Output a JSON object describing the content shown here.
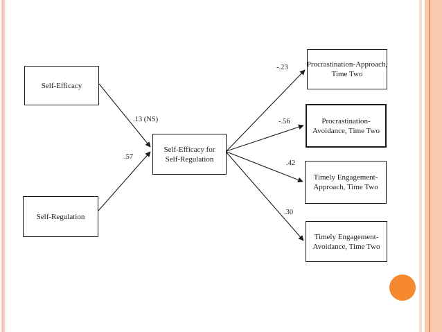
{
  "diagram": {
    "boxes": {
      "self_efficacy": {
        "lines": [
          "Self-Efficacy"
        ]
      },
      "self_regulation": {
        "lines": [
          "Self-Regulation"
        ]
      },
      "center": {
        "lines": [
          "Self-Efficacy for",
          "Self-Regulation"
        ]
      },
      "proc_approach": {
        "lines": [
          "Procrastination-Approach,",
          "Time Two"
        ]
      },
      "proc_avoidance": {
        "lines": [
          "Procrastination-",
          "Avoidance, Time Two"
        ]
      },
      "timely_approach": {
        "lines": [
          "Timely Engagement-",
          "Approach, Time Two"
        ]
      },
      "timely_avoidance": {
        "lines": [
          "Timely Engagement-",
          "Avoidance, Time Two"
        ]
      }
    },
    "path_labels": {
      "se_to_center": ".13 (NS)",
      "sr_to_center": ".57",
      "center_to_proc_approach": "-.23",
      "center_to_proc_avoidance": "-.56",
      "center_to_timely_approach": ".42",
      "center_to_timely_avoidance": ".30"
    },
    "colors": {
      "line": "#1b1b1b",
      "accent_circle": "#f6892f",
      "band_pale_orange": "#fac9ae",
      "band_line_orange": "#e8945c",
      "stripe_pink": "#f3d4c6"
    }
  }
}
